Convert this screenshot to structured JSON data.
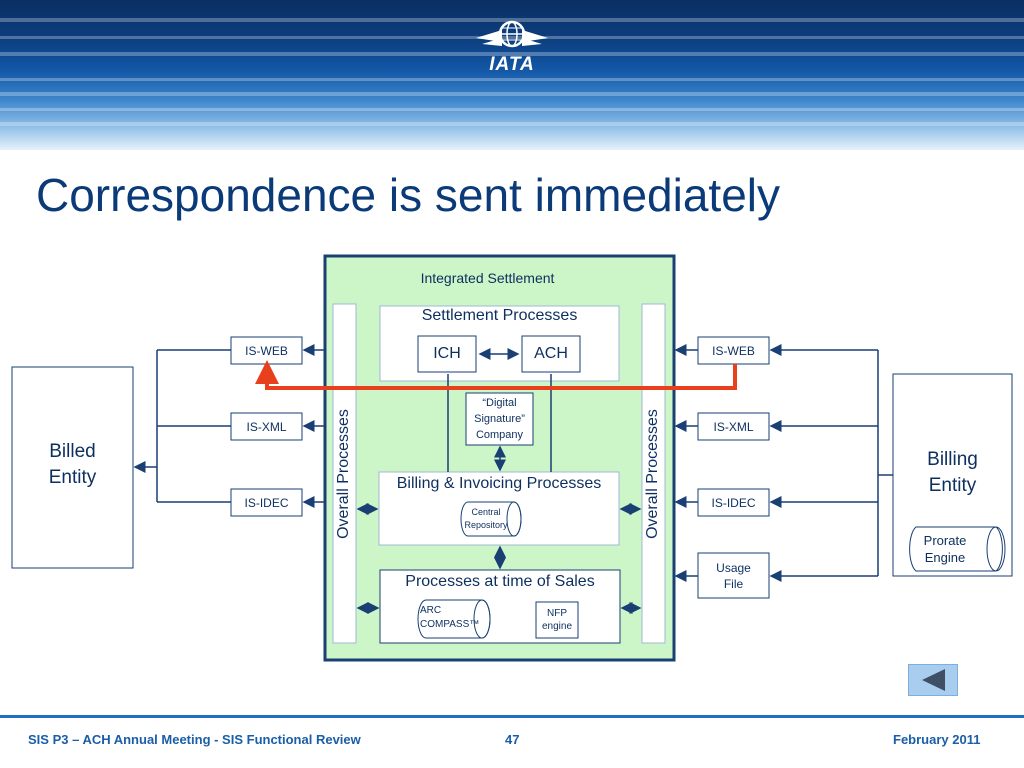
{
  "header": {
    "logo_text": "IATA"
  },
  "title": "Correspondence is sent immediately",
  "diagram": {
    "integrated_settlement": "Integrated Settlement",
    "settlement_processes": "Settlement Processes",
    "ich": "ICH",
    "ach": "ACH",
    "digital_signature": "“Digital Signature” Company",
    "billing_invoicing": "Billing & Invoicing Processes",
    "central_repository": "Central Repository",
    "processes_sales": "Processes at time of Sales",
    "arc_compass": "ARC COMPASS™",
    "nfp_engine": "NFP engine",
    "overall_processes_left": "Overall Processes",
    "overall_processes_right": "Overall Processes",
    "left_channels": [
      "IS-WEB",
      "IS-XML",
      "IS-IDEC"
    ],
    "right_channels": [
      "IS-WEB",
      "IS-XML",
      "IS-IDEC",
      "Usage File"
    ],
    "billed_entity": "Billed Entity",
    "billing_entity": "Billing Entity",
    "prorate_engine": "Prorate Engine"
  },
  "footer": {
    "left": "SIS P3 – ACH Annual Meeting - SIS Functional Review",
    "page": "47",
    "date": "February 2011"
  },
  "colors": {
    "title": "#0b3a78",
    "highlight_arrow": "#e8401c",
    "panel_fill": "#ccf5c8",
    "line": "#1a3f73"
  }
}
